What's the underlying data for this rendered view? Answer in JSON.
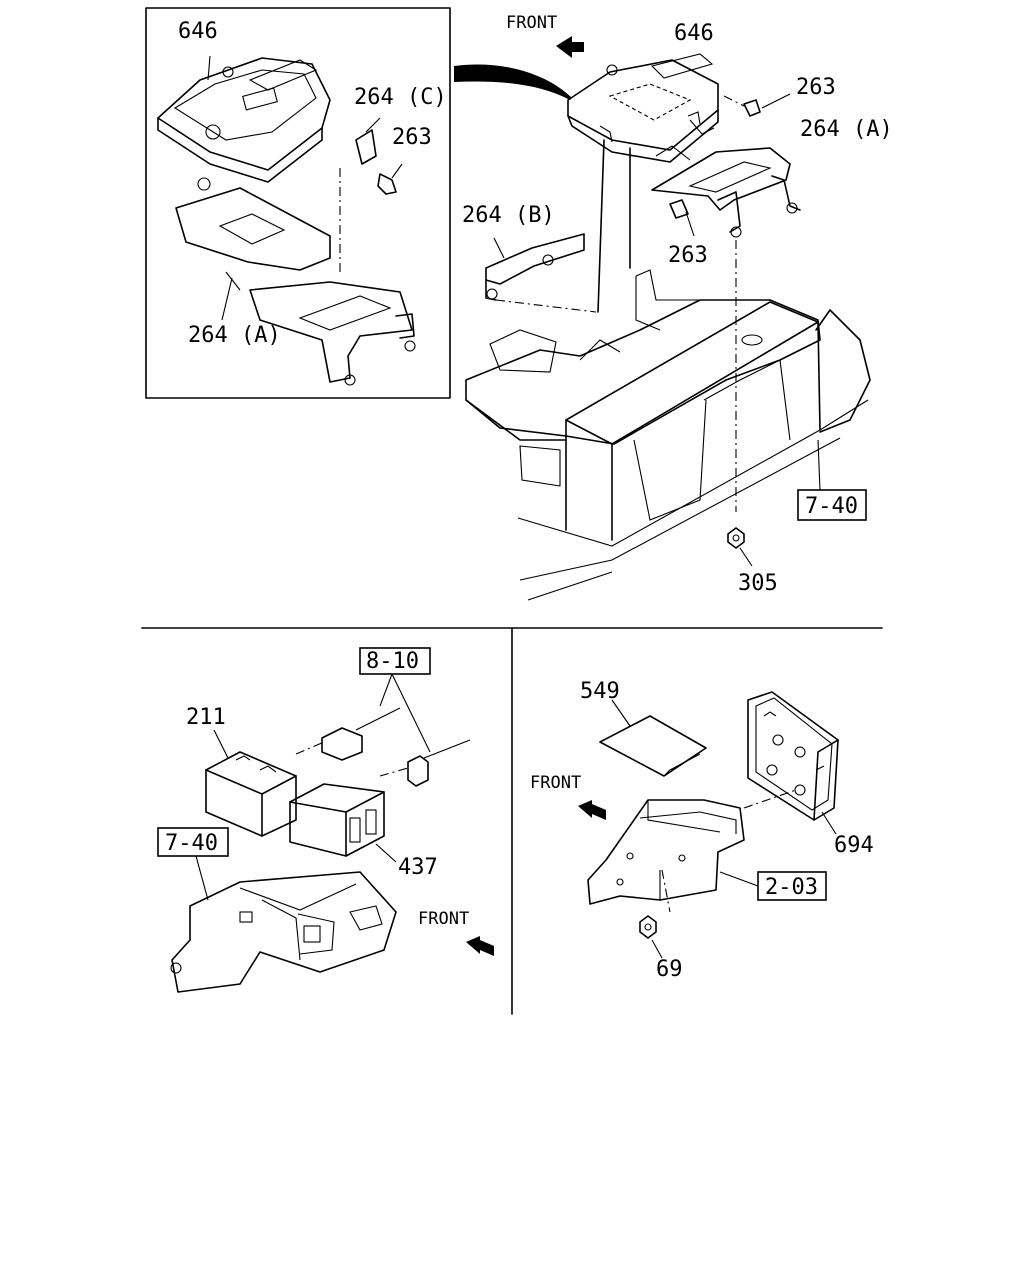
{
  "top_section": {
    "inset": {
      "part_646": "646",
      "part_264C": "264 (C)",
      "part_263": "263",
      "part_264A": "264 (A)"
    },
    "main": {
      "front": "FRONT",
      "part_646": "646",
      "part_263_upper": "263",
      "part_264A": "264 (A)",
      "part_264B": "264 (B)",
      "part_263_lower": "263",
      "ref_7_40": "7-40",
      "part_305": "305"
    }
  },
  "bottom_left": {
    "ref_8_10": "8-10",
    "part_211": "211",
    "ref_7_40": "7-40",
    "part_437": "437",
    "front": "FRONT"
  },
  "bottom_right": {
    "part_549": "549",
    "front": "FRONT",
    "part_694": "694",
    "ref_2_03": "2-03",
    "part_69": "69"
  },
  "icons": {
    "front_arrow": "front-arrow-icon",
    "bolt": "bolt-icon",
    "nut": "nut-icon"
  }
}
